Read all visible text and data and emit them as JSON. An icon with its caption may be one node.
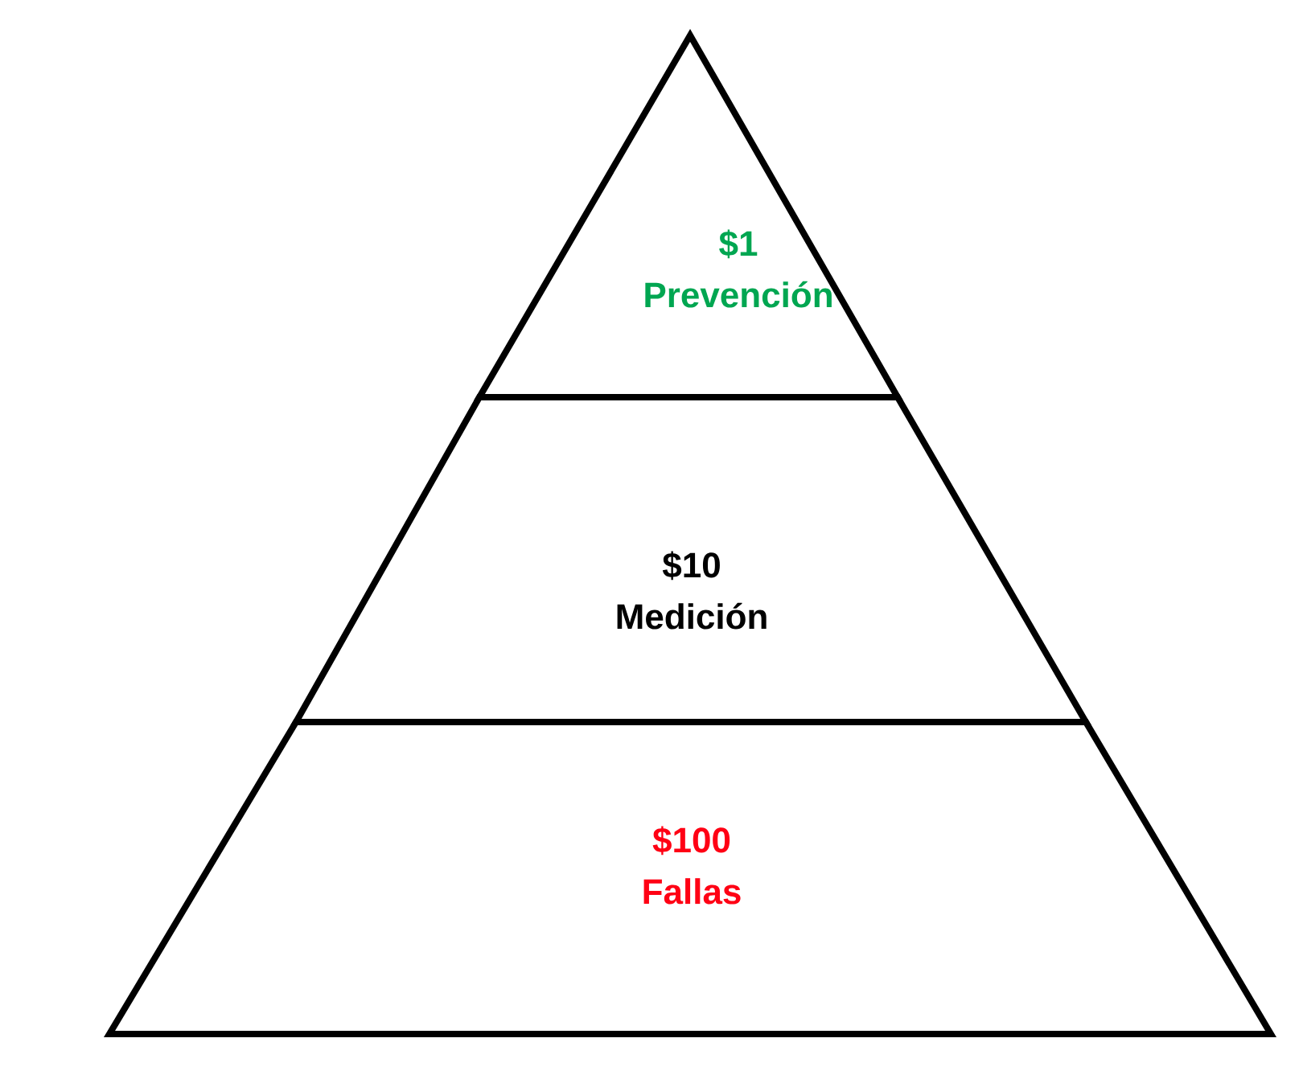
{
  "diagram": {
    "nodes": [
      {
        "text": [
          "$1",
          "Prevención"
        ]
      },
      {
        "text": [
          "$10",
          "Medición"
        ]
      },
      {
        "text": [
          "$100",
          "Fallas"
        ]
      }
    ]
  }
}
